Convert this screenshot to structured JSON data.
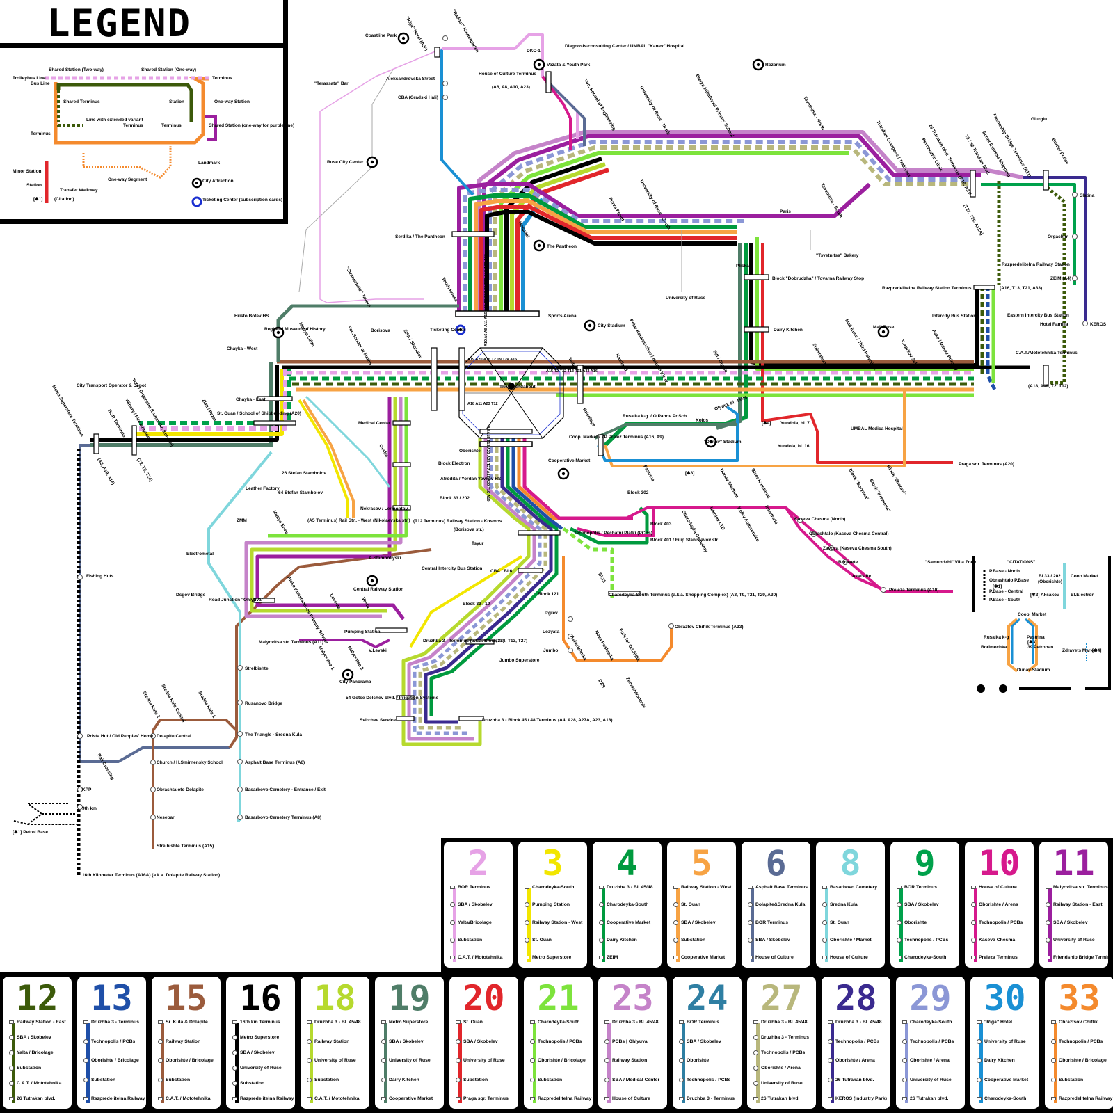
{
  "legend": {
    "title": "LEGEND",
    "items": {
      "trolleybus_line": "Trolleybus Line",
      "bus_line": "Bus Line",
      "terminus_top": "Terminus",
      "terminus_right": "Terminus",
      "shared_two_way": "Shared Station (Two-way)",
      "shared_one_way": "Shared Station (One-way)",
      "shared_terminus": "Shared Terminus",
      "station": "Station",
      "one_way_station": "One-way Station",
      "extended_variant": "Line with extended variant",
      "terminus_inner": "Terminus",
      "terminus_left": "Terminus",
      "terminus_var": "Terminus",
      "shared_purple": "Shared Station (one-way for purple line)",
      "landmark": "Landmark",
      "one_way_segment": "One-way Segment",
      "city_attraction": "City Attraction",
      "transfer_walkway": "Transfer Walkway",
      "ticketing_center": "Ticketing Center (subscription cards)",
      "minor_station": "Minor Station",
      "station_left": "Station",
      "citation": "[✱1]",
      "citation_label": "(Citation)"
    }
  },
  "colors": {
    "l2": "#e6a2e6",
    "l3": "#f2e600",
    "l4": "#009a3e",
    "l5": "#f7a344",
    "l6": "#5a6b94",
    "l8": "#7fd6dc",
    "l9": "#00a14b",
    "l10": "#d6198c",
    "l11": "#9b1f9e",
    "l12": "#3c5a0a",
    "l13": "#1f4fa8",
    "l15": "#9b5b3c",
    "l16": "#000000",
    "l18": "#b6d92e",
    "l19": "#4f7d68",
    "l20": "#e1262b",
    "l21": "#7de33c",
    "l23": "#c583c9",
    "l24": "#2f7fa3",
    "l27": "#b8b77c",
    "l28": "#3a2a8f",
    "l29": "#8b97d6",
    "l30": "#1a90d4",
    "l33": "#f48a2d",
    "walkway": "#f0a070"
  },
  "map": {
    "roundabout": "The Roundabout",
    "stations": [
      "Coastline Park",
      "\"Riga\" Hotel (A30)",
      "\"Radost\" Kindergarten",
      "DKC-1",
      "Diagnosis-consulting Center / UMBAL \"Kanev\" Hospital",
      "Aleksandrovska Street",
      "\"Terassata\" Bar",
      "House of Culture Terminus",
      "(A6, A8, A10, A23)",
      "CBA (Gradski Hali)",
      "Vazata & Youth Park",
      "Rozarium",
      "Voc. School of Engineering",
      "University of Ruse - North",
      "Bratya Miladinovi Primary School",
      "Tsvetnitsa - North",
      "Tutrakan Overpass / Trakiyata",
      "26 Tutrakan blvd. Terminus (A16, A33)",
      "Psychiatric Clinic",
      "19 / 32 Tutrakan blvd.",
      "Econt Express Shipping",
      "Friendship Bridge Terminus (A11)",
      "Giurgiu",
      "Border Police",
      "Slatina",
      "(T27, T29, A12A)",
      "Ruse City Center",
      "Serdika / The Pantheon",
      "Hospital",
      "The Pantheon",
      "Purva Prolet",
      "University of Ruse - South",
      "Paris",
      "Tsvetnitsa - South",
      "\"Tsvetnitsa\" Bakery",
      "Orgachim",
      "University of Ruse",
      "Pliska",
      "Block \"Dobrudzha\" / Tovarna Railway Stop",
      "ZEIM (A4)",
      "\"Strandzhata\" Tavern",
      "Youth House",
      "Hristo Botev HS",
      "Regional Museum of History",
      "Sports Arena",
      "City Stadium",
      "Ticketing Center",
      "Borisova",
      "Voc.School of Maths",
      "SBA / Skobelev",
      "Mariya Luiza",
      "Chayka - West",
      "Razpredelitelna Railway Station",
      "Razpredelitelna Railway Station Terminus",
      "(A16, T13, T21, A33)",
      "Intercity Bus Station",
      "Eastern Intercity Bus Station",
      "Hotel Familia",
      "Mall Ruse",
      "Dairy Kitchen",
      "Mall Ruse / Third Polyclinic",
      "V.Aprilov Sch.",
      "Avko / Dunav Printery",
      "Petar Karaminchev / Naiden Kirov",
      "Substation",
      "Sitl / Olymp",
      "Kaufland",
      "Yalta",
      "C.A.T./Mototehnika Terminus",
      "(A18, A15, T2, T12)",
      "KEROS",
      "City Transport Operator & Depot",
      "Chayka - East",
      "St. Ouan / School of Shipbuilding (A20)",
      "Yuta / Orgachim (Dunavsko Konche)",
      "Winery / Fire Brigade",
      "BOR Terminus",
      "(T2, T8, T24)",
      "Zlati / Pazar",
      "Metro Superstore Terminus",
      "(A3, A19, A16)",
      "Medical Center",
      "Bricolage",
      "Olymp, bl. 48/49",
      "Rusalka k-g. / O.Panov Pr.Sch.",
      "Kolos",
      "[✱4]",
      "Yundola, bl. 7",
      "UMBAL Medica Hospital",
      "Coop. Market / ZP Prelez Terminus (A16, A9)",
      "Oborishte",
      "Yundola, bl. 16",
      "Block Electron",
      "\"Dunav\" Stadium",
      "Praga sqr. Terminus (A20)",
      "Ovcha",
      "Cooperative Market",
      "Pastrina",
      "[✱3]",
      "Dunav Stadium",
      "Biser Kombinat",
      "Block \"Boryana\"",
      "Block \"Kremena\"",
      "Block \"Zheravi\"",
      "26 Stefan Stambolov",
      "64 Stefan Stambolov",
      "Leather Factory",
      "Afrodita / Yordan Yovkov HS",
      "Block 33 / 202",
      "Block 302",
      "Block 403",
      "Charodeyka Cemetery",
      "Nikolov LTD",
      "Kolev Autoservice",
      "Intertrade",
      "Kaseva Chesma (North)",
      "Obrashtalo (Kaseva Chesma Central)",
      "Zavoya (Kaseva Chesma South)",
      "Borovete",
      "Akatsiite",
      "\"Samundzhi\" Villa Zone",
      "Preleza Terminus (A10)",
      "ZMM",
      "Mutiya Enev",
      "(A5 Terminus) Rail Stn. - West (Nikolaevska str.)",
      "Nekrasov / Lermontov",
      "(T12 Terminus) Railway Station - Kosmos",
      "(Borisova str.)",
      "Technopolis / Pechatni Platki (PCBs)",
      "Block 401 / Filip Stanislavov str.",
      "Electrometal",
      "A.Stamboliyski",
      "Central Intercity Bus Station",
      "Tsyur",
      "Central Railway Station",
      "CBA / Bl.6",
      "Bl.11",
      "Charodeyka-South Terminus (a.k.a. Shopping Complex) (A3, T9, T21, T29, A30)",
      "Dsgov Bridge",
      "Road Junction \"Ohlyuva\"",
      "Aleko Konstantinov Primary School",
      "Leventa",
      "Vesta",
      "Block 121",
      "Block 33 / 10",
      "Pumping Station",
      "Izgrev",
      "Lozyata",
      "Malyovitsa str. Terminus (A11)",
      "Malyovitsa 1",
      "Malyovitsa 2",
      "V.Levski",
      "Druzhba 3 - Terminus (a.k.a. Block 28)",
      "(T24, T13, T27)",
      "Jumbo",
      "Jumbo Superstore",
      "Askerizhnika",
      "Nova Poshtalka",
      "Fork for O.Chiflik",
      "Obraztov Chiflik Terminus (A33)",
      "City Panorama",
      "54 Gotse Delchev blvd. / Irrigation Systems",
      "Svirchev Service",
      "Druzhba 3 - Block 45 / 48 Terminus (A4, A28, A27A, A23, A18)",
      "DZS",
      "Zamoshtranenie",
      "Fishing Huts",
      "Strelbishte",
      "Sredna Kula 2",
      "Sredna Kula Central",
      "Sredna Kula 1",
      "Rusanovo Bridge",
      "Dolapite Central",
      "The Triangle - Sredna Kula",
      "Prista Hut / Old Peoples' Home",
      "Rail Crossing",
      "Church / H.Smirnensky School",
      "Asphalt Base Terminus (A6)",
      "Obrashtaloto Dolapite",
      "Basarbovo Cemetery - Entrance / Exit",
      "KPP",
      "9th km",
      "[✱1] Petrol Base",
      "Nesebar",
      "Basarbovo Cemetery Terminus (A8)",
      "Strelbishte Terminus (A15)",
      "16th Kilometer Terminus (A16A) (a.k.a. Dolapite Railway Station)"
    ],
    "roundabout_codes_n": "A10 A6 A8 A11 A16 A20 T2 T27 T9 T29 A18 A23 A20",
    "roundabout_codes_w1": "A19 A20 A16 T2 T9 T24 A15",
    "roundabout_codes_w2": "A18 A11 A23 T12",
    "roundabout_codes_e": "A15 T2 T12 T13 T21 A33 A16",
    "roundabout_codes_s": "A8 A15 T13 A23 A28 T27 A18 A29 T19 A10"
  },
  "citations": {
    "title": "\"CITATIONS\"",
    "c1_a": "P.Base - North",
    "c1_b": "Obrashtalo P.Base",
    "c1_c": "[✱1]",
    "c1_d": "P.Base - Central",
    "c1_e": "P.Base - South",
    "c2_a": "Bl.33 / 202",
    "c2_b": "(Oborishte)",
    "c2_c": "[✱2] Aksakov",
    "c2_d": "Coop.Market",
    "c2_e": "Bl.Electron",
    "c3_a": "Coop. Market",
    "c3_b": "Rusalka k-g",
    "c3_c": "Borimechka",
    "c3_d": "Pastrina",
    "c3_e": "[✱3]",
    "c3_f": "39 Petrohan",
    "c3_g": "Dunav Stadium",
    "c4_a": "Zdravets Market",
    "c4_b": "[✱4]"
  },
  "cards_top": [
    {
      "num": "2",
      "color": "#e6a2e6",
      "stops": [
        "BOR Terminus",
        "SBA / Skobelev",
        "Yalta/Bricolage",
        "Substation",
        "C.A.T. / Mototehnika"
      ]
    },
    {
      "num": "3",
      "color": "#f2e600",
      "stops": [
        "Charodeyka-South",
        "Pumping Station",
        "Railway Station - West",
        "St. Ouan",
        "Metro Superstore"
      ]
    },
    {
      "num": "4",
      "color": "#009a3e",
      "stops": [
        "Druzhba 3 - Bl. 45/48",
        "Charodeyka-South",
        "Cooperative Market",
        "Dairy Kitchen",
        "ZEIM"
      ]
    },
    {
      "num": "5",
      "color": "#f7a344",
      "stops": [
        "Railway Station - West",
        "St. Ouan",
        "SBA / Skobelev",
        "Substation",
        "Cooperative Market"
      ]
    },
    {
      "num": "6",
      "color": "#5a6b94",
      "stops": [
        "Asphalt Base Terminus",
        "Dolapite&Sredna Kula",
        "BOR Terminus",
        "SBA / Skobelev",
        "House of Culture"
      ]
    },
    {
      "num": "8",
      "color": "#7fd6dc",
      "stops": [
        "Basarbovo Cemetery",
        "Sredna Kula",
        "St. Ouan",
        "Oborishte / Market",
        "House of Culture"
      ]
    },
    {
      "num": "9",
      "color": "#00a14b",
      "stops": [
        "BOR Terminus",
        "SBA / Skobelev",
        "Oborishte",
        "Technopolis / PCBs",
        "Charodeyka-South"
      ]
    },
    {
      "num": "10",
      "color": "#d6198c",
      "stops": [
        "House of Culture",
        "Oborishte / Arena",
        "Technopolis / PCBs",
        "Kaseva Chesma",
        "Preleza Terminus"
      ]
    },
    {
      "num": "11",
      "color": "#9b1f9e",
      "stops": [
        "Malyovitsa str. Terminus",
        "Railway Station - East",
        "SBA / Skobelev",
        "University of Ruse",
        "Friendship Bridge Terminus"
      ]
    }
  ],
  "cards_bottom": [
    {
      "num": "12",
      "color": "#3c5a0a",
      "stops": [
        "Railway Station - East",
        "SBA / Skobelev",
        "Yalta / Bricolage",
        "Substation",
        "C.A.T. / Mototehnika",
        "26 Tutrakan blvd."
      ]
    },
    {
      "num": "13",
      "color": "#1f4fa8",
      "stops": [
        "Druzhba 3 - Terminus",
        "Technopolis / PCBs",
        "Oborishte / Bricolage",
        "Substation",
        "Razpredelitelna Railway Station"
      ]
    },
    {
      "num": "15",
      "color": "#9b5b3c",
      "stops": [
        "Sr. Kula & Dolapite",
        "Railway Station",
        "Oborishte / Bricolage",
        "Substation",
        "C.A.T. / Mototehnika"
      ]
    },
    {
      "num": "16",
      "color": "#000000",
      "stops": [
        "16th km Terminus",
        "Metro Superstore",
        "SBA / Skobelev",
        "University of Ruse",
        "Substation",
        "Razpredelitelna Railway Station"
      ]
    },
    {
      "num": "18",
      "color": "#b6d92e",
      "stops": [
        "Druzhba 3 - Bl. 45/48",
        "Railway Station",
        "University of Ruse",
        "Substation",
        "C.A.T. / Mototehnika"
      ]
    },
    {
      "num": "19",
      "color": "#4f7d68",
      "stops": [
        "Metro Superstore",
        "SBA / Skobelev",
        "University of Ruse",
        "Dairy Kitchen",
        "Cooperative Market"
      ]
    },
    {
      "num": "20",
      "color": "#e1262b",
      "stops": [
        "St. Ouan",
        "SBA / Skobelev",
        "University of Ruse",
        "Substation",
        "Praga sqr. Terminus"
      ]
    },
    {
      "num": "21",
      "color": "#7de33c",
      "stops": [
        "Charodeyka-South",
        "Technopolis / PCBs",
        "Oborishte / Bricolage",
        "Substation",
        "Razpredelitelna Railway Station"
      ]
    },
    {
      "num": "23",
      "color": "#c583c9",
      "stops": [
        "Druzhba 3 - Bl. 45/48",
        "PCBs | Ohlyuva",
        "Railway Station",
        "SBA / Medical Center",
        "House of Culture"
      ]
    },
    {
      "num": "24",
      "color": "#2f7fa3",
      "stops": [
        "BOR Terminus",
        "SBA / Skobelev",
        "Oborishte",
        "Technopolis / PCBs",
        "Druzhba 3 - Terminus"
      ]
    },
    {
      "num": "27",
      "color": "#b8b77c",
      "stops": [
        "Druzhba 3 - Bl. 45/48",
        "Druzhba 3 - Terminus",
        "Technopolis / PCBs",
        "Oborishte / Arena",
        "University of Ruse",
        "26 Tutrakan blvd."
      ]
    },
    {
      "num": "28",
      "color": "#3a2a8f",
      "stops": [
        "Druzhba 3 - Bl. 45/48",
        "Technopolis / PCBs",
        "Oborishte / Arena",
        "26 Tutrakan blvd.",
        "KEROS (Industry Park)"
      ]
    },
    {
      "num": "29",
      "color": "#8b97d6",
      "stops": [
        "Charodeyka-South",
        "Technopolis / PCBs",
        "Oborishte / Arena",
        "University of Ruse",
        "26 Tutrakan blvd."
      ]
    },
    {
      "num": "30",
      "color": "#1a90d4",
      "stops": [
        "\"Riga\" Hotel",
        "University of Ruse",
        "Dairy Kitchen",
        "Cooperative Market",
        "Charodeyka-South"
      ]
    },
    {
      "num": "33",
      "color": "#f48a2d",
      "stops": [
        "Obraztsov Chiflik",
        "Technopolis / PCBs",
        "Oborishte / Bricolage",
        "Substation",
        "Razpredelitelna Railway Station"
      ]
    }
  ]
}
